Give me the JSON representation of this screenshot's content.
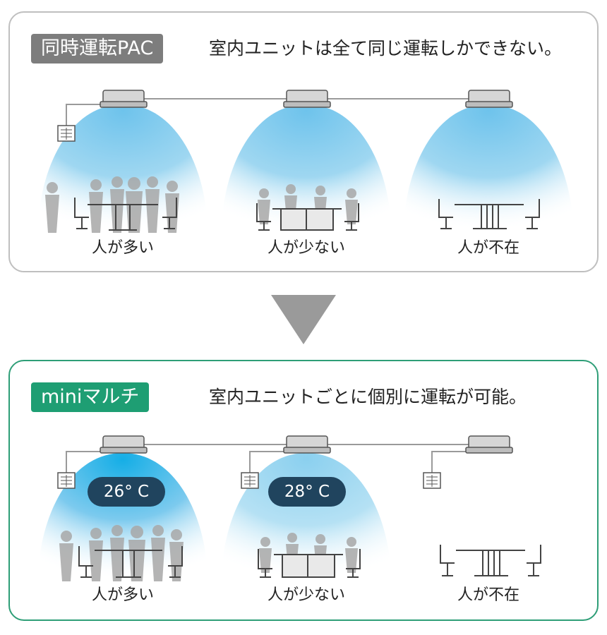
{
  "top_panel": {
    "badge": "同時運転PAC",
    "description": "室内ユニットは全て同じ運転しかできない。",
    "rooms": [
      {
        "label": "人が多い"
      },
      {
        "label": "人が少ない"
      },
      {
        "label": "人が不在"
      }
    ]
  },
  "bottom_panel": {
    "badge": "miniマルチ",
    "description": "室内ユニットごとに個別に運転が可能。",
    "rooms": [
      {
        "label": "人が多い",
        "temperature": "26° C"
      },
      {
        "label": "人が少ない",
        "temperature": "28° C"
      },
      {
        "label": "人が不在"
      }
    ]
  },
  "colors": {
    "airflow_blue": "#7cc6ea",
    "active_blue": "#27b3e8",
    "badge_gray": "#7d7d7d",
    "badge_green": "#1e9e73",
    "panel_green_border": "#2e9e77",
    "temp_pill": "#20445e",
    "arrow_gray": "#9a9a9a"
  }
}
